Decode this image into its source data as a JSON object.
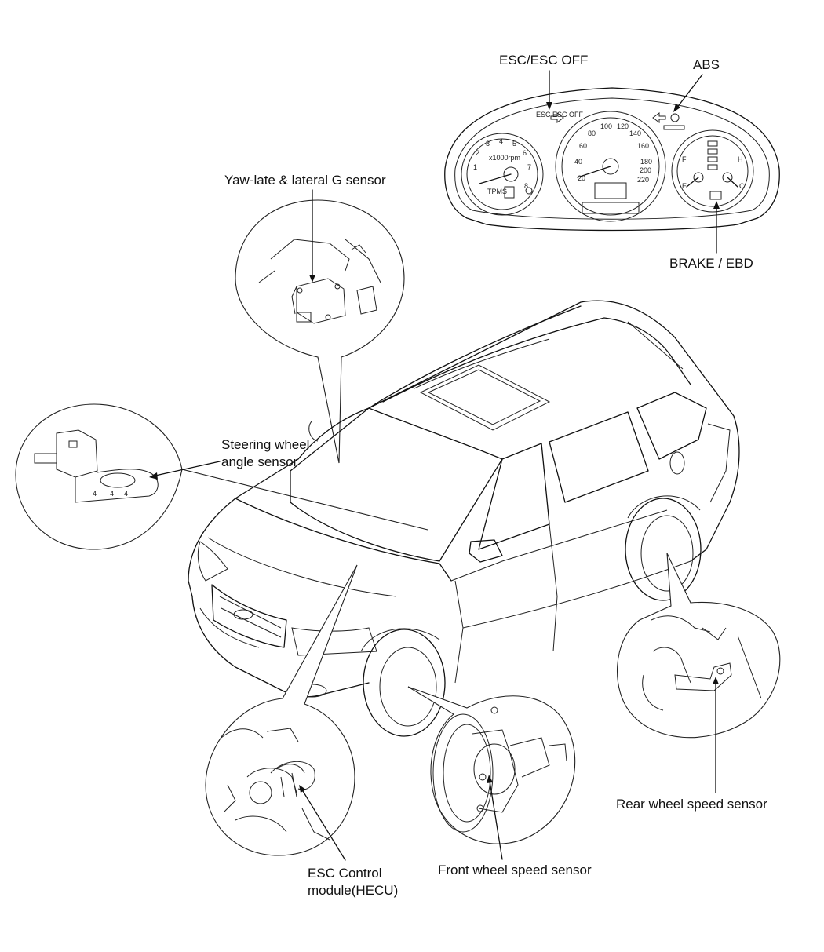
{
  "labels": {
    "esc_off": "ESC/ESC OFF",
    "abs": "ABS",
    "brake_ebd": "BRAKE / EBD",
    "yaw_sensor": "Yaw-late & lateral G sensor",
    "steering_line1": "Steering wheel",
    "steering_line2": "angle sensor",
    "esc_control_line1": "ESC Control",
    "esc_control_line2": "module(HECU)",
    "front_wheel": "Front wheel speed sensor",
    "rear_wheel": "Rear wheel speed sensor"
  },
  "cluster": {
    "tach_numbers": [
      "1",
      "2",
      "3",
      "4",
      "5",
      "6",
      "7",
      "8"
    ],
    "tach_unit": "x1000rpm",
    "speed_numbers": [
      "20",
      "40",
      "60",
      "80",
      "100",
      "120",
      "140",
      "160",
      "180",
      "200",
      "220"
    ],
    "esc_lamp_text": "ESC ESC OFF",
    "tpms_text": "TPMS",
    "gauge_f": "F",
    "gauge_e": "E",
    "gauge_h": "H",
    "gauge_c": "C"
  },
  "steering_part_marks": [
    "4",
    "4",
    "4"
  ]
}
